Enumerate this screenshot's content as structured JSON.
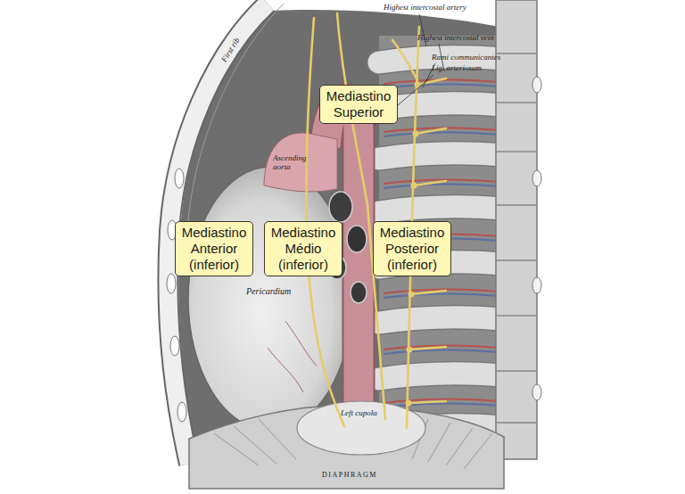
{
  "diagram": {
    "nodes": [
      {
        "text": [
          "Mediastino Superior"
        ]
      },
      {
        "text": [
          "Mediastino Anterior (inferior)"
        ]
      },
      {
        "text": [
          "Mediastino Médio (inferior)"
        ]
      },
      {
        "text": [
          "Mediastino Posterior (inferior)"
        ]
      }
    ],
    "labels": [
      "Highest intercostal artery",
      "Highest intercostal vein",
      "Rami communicantes",
      "Lig. arteriosum",
      "First rib",
      "Ascending aorta",
      "Pericardium",
      "Left cupola",
      "DIAPHRAGM"
    ]
  }
}
